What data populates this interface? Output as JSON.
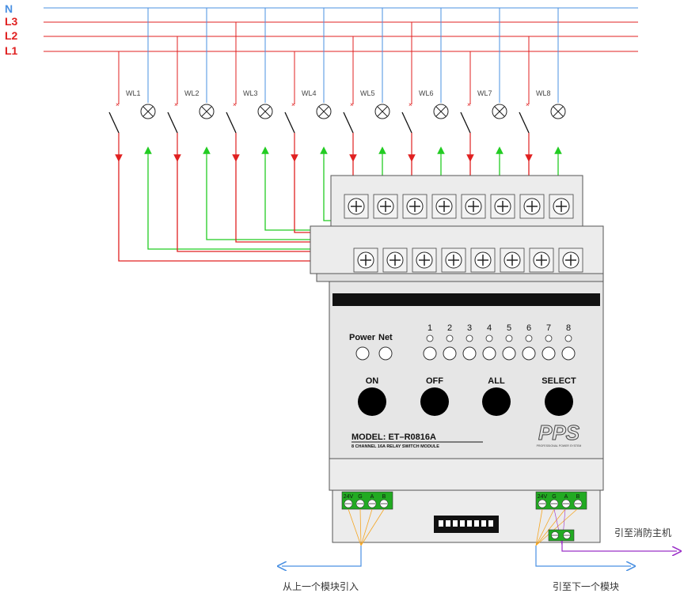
{
  "power_lines": [
    {
      "label": "N",
      "color": "#4a90e2"
    },
    {
      "label": "L3",
      "color": "#e02020"
    },
    {
      "label": "L2",
      "color": "#e02020"
    },
    {
      "label": "L1",
      "color": "#e02020"
    }
  ],
  "channels": [
    "WL1",
    "WL2",
    "WL3",
    "WL4",
    "WL5",
    "WL6",
    "WL7",
    "WL8"
  ],
  "module": {
    "indicator_labels": {
      "power": "Power",
      "net": "Net"
    },
    "channel_numbers": [
      "1",
      "2",
      "3",
      "4",
      "5",
      "6",
      "7",
      "8"
    ],
    "buttons": [
      {
        "label": "ON"
      },
      {
        "label": "OFF"
      },
      {
        "label": "ALL"
      },
      {
        "label": "SELECT"
      }
    ],
    "model": "MODEL: ET–R0816A",
    "description": "8 CHANNEL 16A RELAY SWITCH MODULE",
    "brand": "PPS",
    "brand_tagline": "PROFESSIONAL POWER SYSTEM",
    "bus_terminals": [
      "24V",
      "G",
      "A",
      "B"
    ]
  },
  "annotations": {
    "from_previous": "从上一个模块引入",
    "to_next": "引至下一个模块",
    "to_fire_host": "引至消防主机"
  },
  "colors": {
    "neutral": "#4a90e2",
    "live": "#e02020",
    "switched": "#22cc22",
    "signal": "#9b30c8",
    "bus": "#f5a623",
    "terminal_green": "#22aa22",
    "module_panel": "#e6e6e6"
  }
}
